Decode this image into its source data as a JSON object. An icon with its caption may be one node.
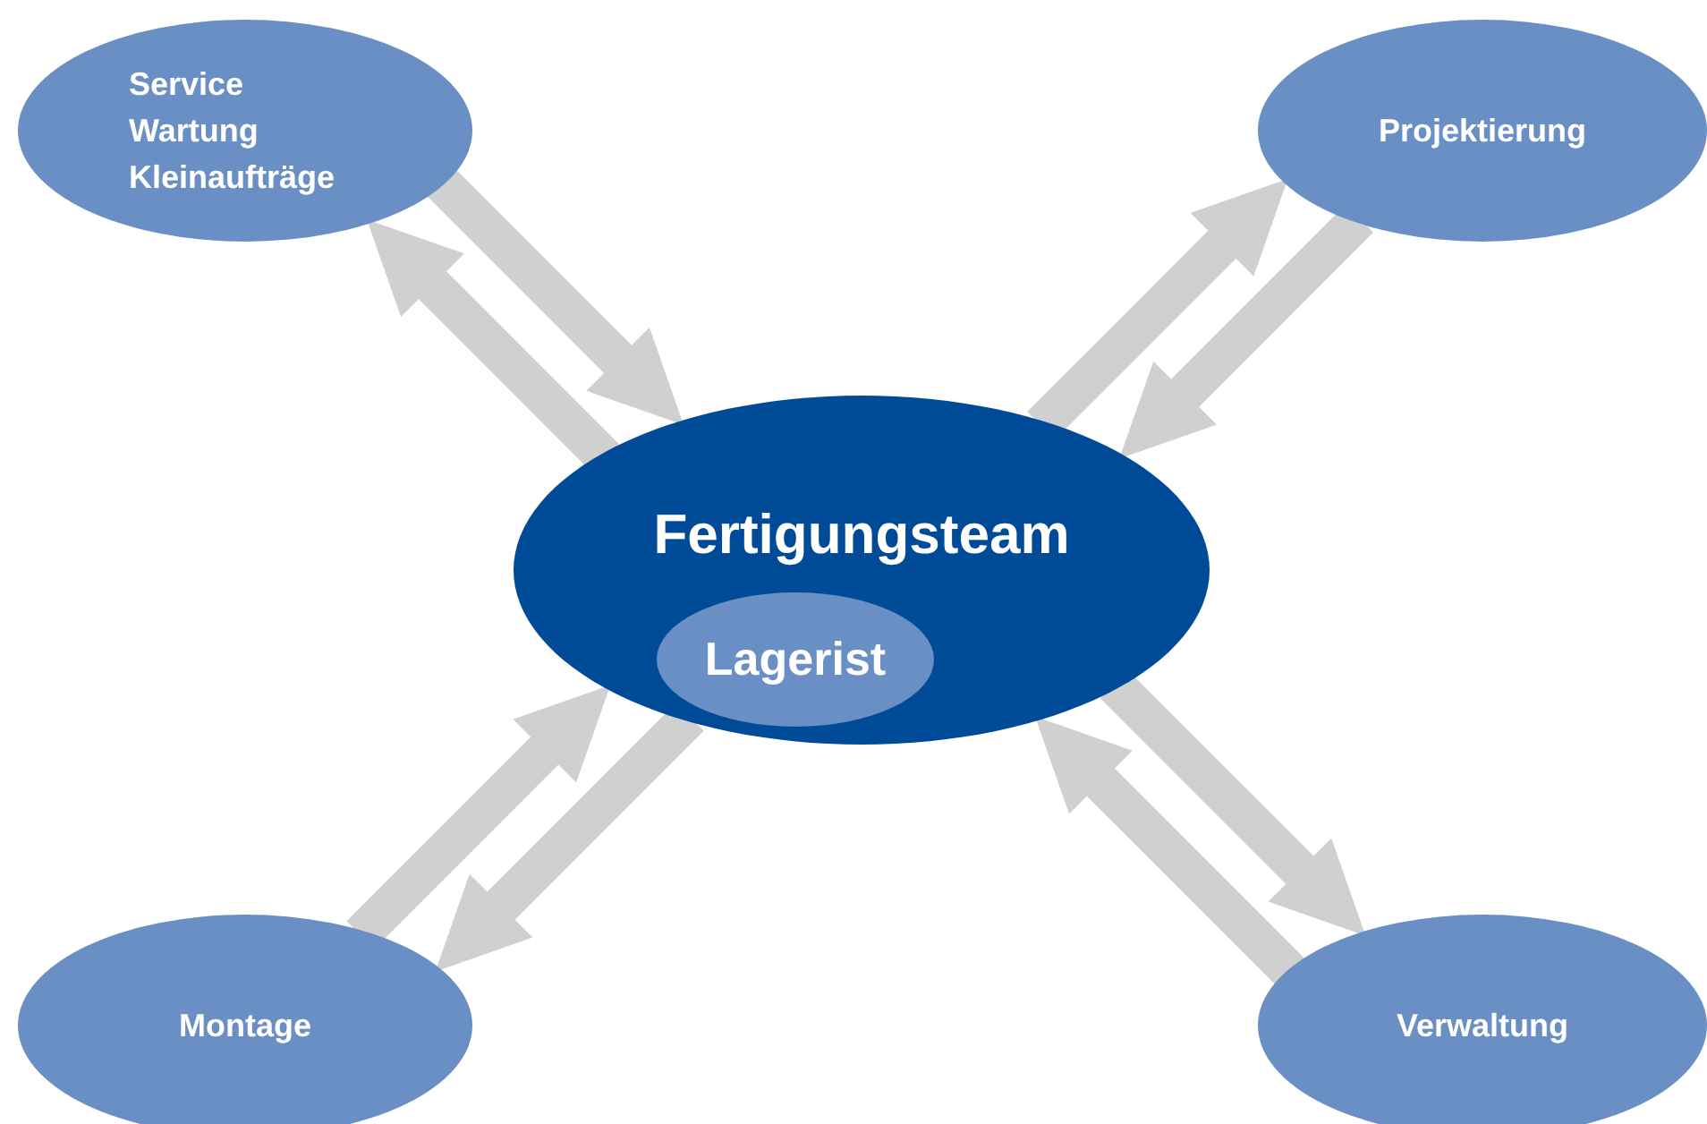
{
  "diagram": {
    "nodes": [
      {
        "text": [
          "Service",
          "Wartung",
          "Kleinaufträge"
        ]
      },
      {
        "text": [
          "Projektierung"
        ]
      },
      {
        "text": [
          "Fertigungsteam"
        ]
      },
      {
        "text": [
          "Lagerist"
        ],
        "in": 2
      },
      {
        "text": [
          "Montage"
        ]
      },
      {
        "text": [
          "Verwaltung"
        ]
      }
    ],
    "edges": [
      {
        "from": 0,
        "to": 2,
        "arrow": "to"
      },
      {
        "from": 2,
        "to": 0,
        "arrow": "to"
      },
      {
        "from": 1,
        "to": 2,
        "arrow": "to"
      },
      {
        "from": 2,
        "to": 1,
        "arrow": "to"
      },
      {
        "from": 2,
        "to": 4,
        "arrow": "to"
      },
      {
        "from": 4,
        "to": 2,
        "arrow": "to"
      },
      {
        "from": 2,
        "to": 5,
        "arrow": "to"
      },
      {
        "from": 5,
        "to": 2,
        "arrow": "to"
      }
    ]
  }
}
